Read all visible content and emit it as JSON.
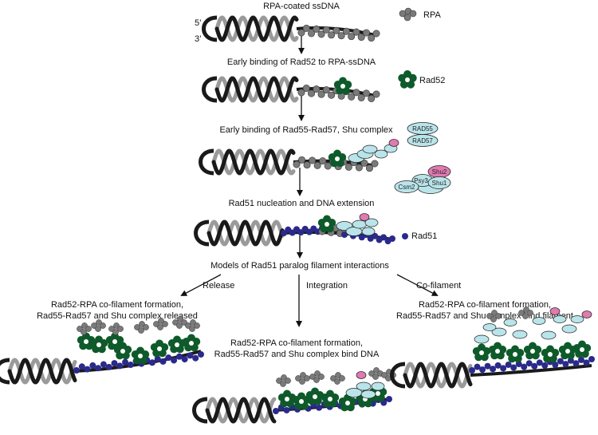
{
  "strand_labels": {
    "five_prime": "5’",
    "three_prime": "3’"
  },
  "steps": [
    {
      "title": "RPA-coated ssDNA"
    },
    {
      "title": "Early binding of Rad52 to RPA-ssDNA"
    },
    {
      "title": "Early binding of Rad55-Rad57, Shu complex"
    },
    {
      "title": "Rad51 nucleation and DNA extension"
    },
    {
      "title": "Models of Rad51 paralog filament interactions"
    }
  ],
  "legend": {
    "rpa": "RPA",
    "rad52": "Rad52",
    "rad55": "RAD55",
    "rad57": "RAD57",
    "shu2": "Shu2",
    "psy3": "Psy3",
    "csm2": "Csm2",
    "shu1": "Shu1",
    "rad51": "Rad51"
  },
  "models": {
    "release": {
      "arrow_label": "Release",
      "caption_line1": "Rad52-RPA co-filament formation,",
      "caption_line2": "Rad55-Rad57 and Shu complex released"
    },
    "integration": {
      "arrow_label": "Integration",
      "caption_line1": "Rad52-RPA co-filament formation,",
      "caption_line2": "Rad55-Rad57 and Shu complex bind DNA"
    },
    "cofilament": {
      "arrow_label": "Co-filament",
      "caption_line1": "Rad52-RPA co-filament formation,",
      "caption_line2": "Rad55-Rad57 and Shu complex bind filament"
    }
  },
  "colors": {
    "dna_dark": "#1a1a1a",
    "dna_light": "#9a9a9a",
    "rpa": "#7a7a7a",
    "rad52": "#0e5a2a",
    "rad51": "#2a2a8a",
    "paralog": "#b9e4ea",
    "shu2": "#e07ab0"
  }
}
